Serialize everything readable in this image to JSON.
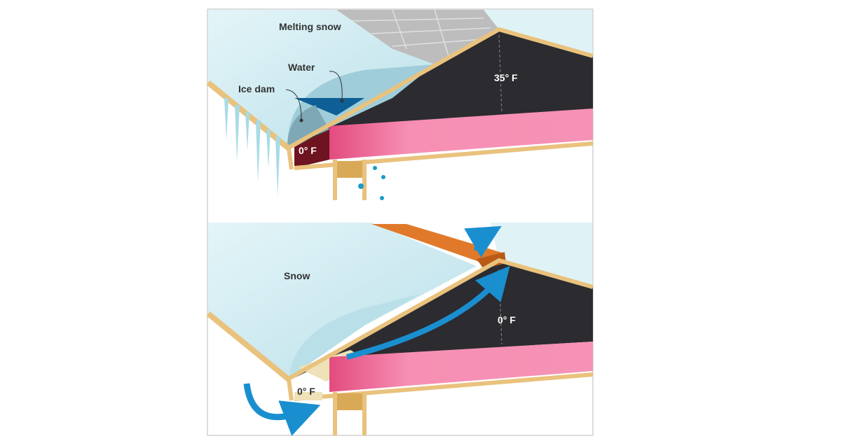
{
  "top_panel": {
    "melting_snow": "Melting snow",
    "water": "Water",
    "ice_dam": "Ice dam",
    "attic_temp": "35° F",
    "eave_temp": "0° F"
  },
  "bottom_panel": {
    "snow": "Snow",
    "attic_temp": "0° F",
    "eave_temp": "0° F"
  },
  "colors": {
    "snow": "#cdebf1",
    "attic": "#2b2b30",
    "insulation": "#f07fa6",
    "wood": "#e9c27d",
    "water": "#0d5f96",
    "arrow": "#1a8fd0",
    "ridge_vent": "#e07a2a"
  }
}
